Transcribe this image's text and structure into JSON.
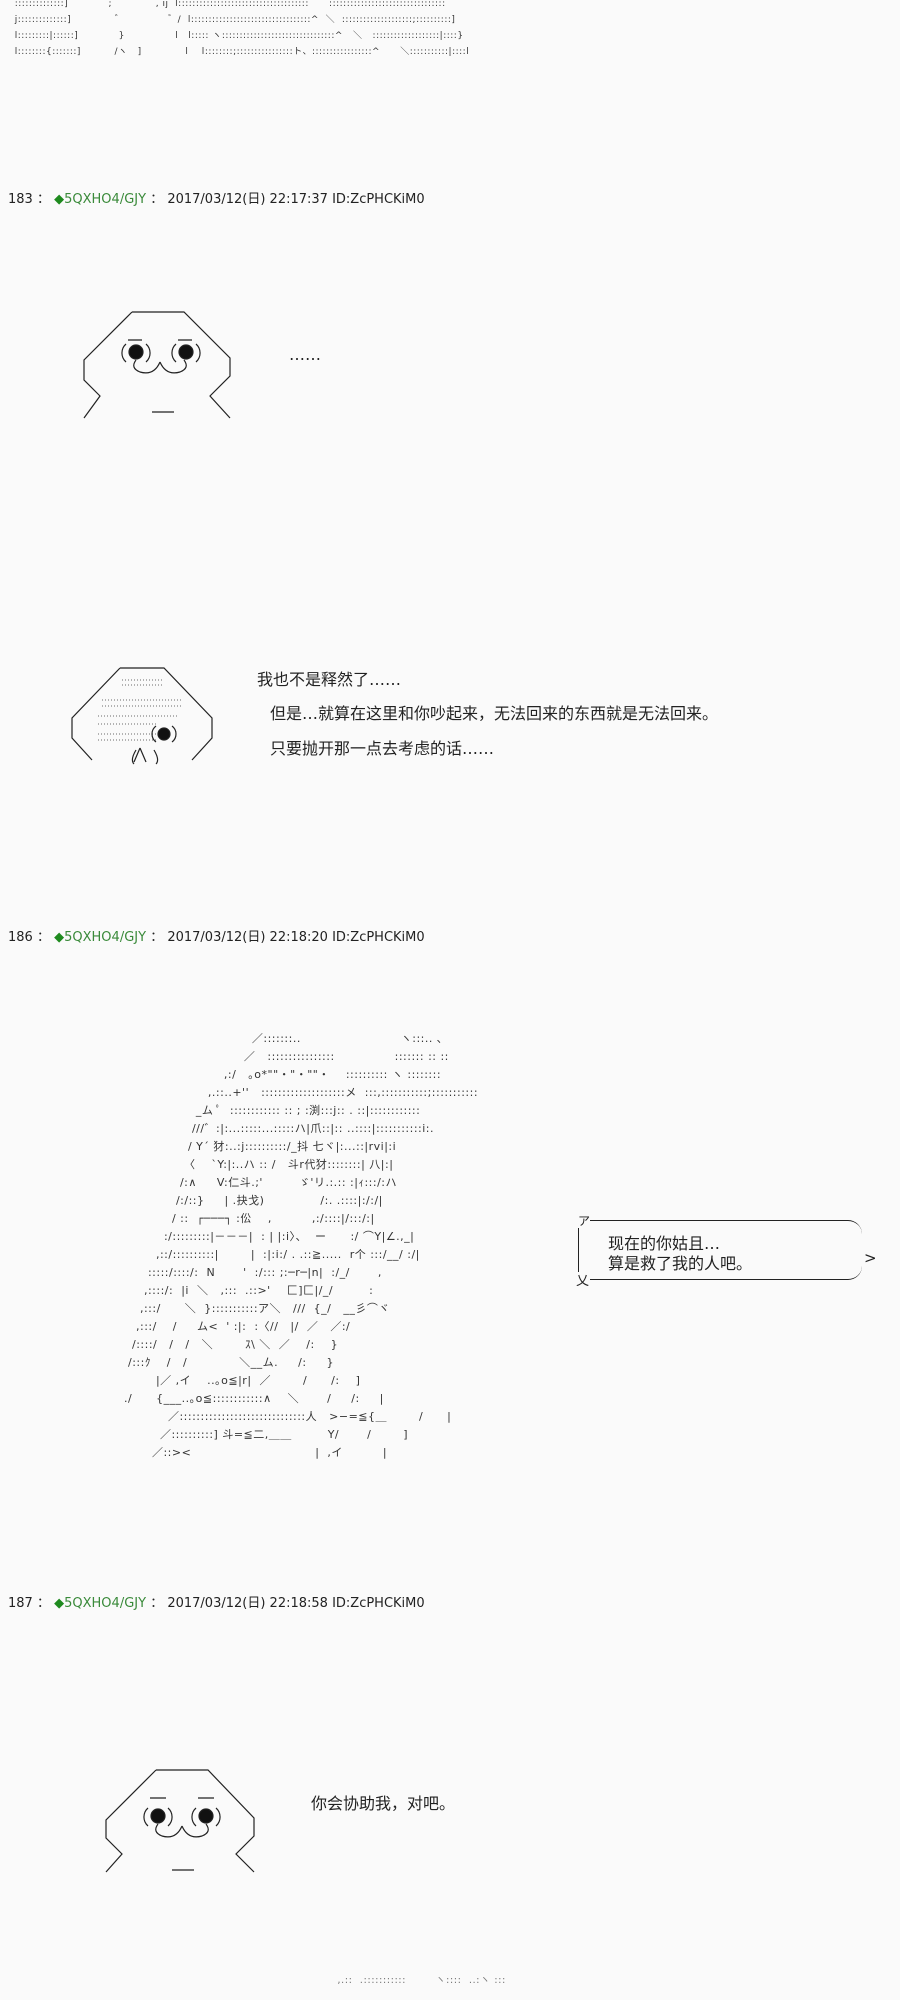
{
  "top_art": [
    "  ::::::::::::::]            ;             , ij  l:::::::::::::::::::::::::::::::::::::      :::::::::::::::::::::::::::::::::",
    "  j::::::::::::::]             ゛             ゛/  l::::::::::::::::::::::::::::::::::^  ＼  ::::::::::::::::::::;::::::::::]",
    "  l:::::::::|::::::]            }               l   l::::: ヽ::::::::::::::::::::::::::::::::^   ＼   :::::::::::::::::::|::::}",
    "  l::::::::{:::::::]          /ヽ   ]             l    l::::::::;::::::::::::::::ト、:::::::::::::::::^      ＼:::::::::::|::::l"
  ],
  "posts": [
    {
      "number": "183",
      "sep": "：",
      "diamond": "◆",
      "trip": "5QXHO4/GJY",
      "date": "2017/03/12(日) 22:17:37 ID:ZcPHCKiM0",
      "dialogue": [
        "……"
      ]
    },
    {
      "dialogue": [
        "我也不是释然了……",
        "但是…就算在这里和你吵起来，无法回来的东西就是无法回来。",
        "只要抛开那一点去考虑的话……"
      ]
    },
    {
      "number": "186",
      "sep": "：",
      "diamond": "◆",
      "trip": "5QXHO4/GJY",
      "date": "2017/03/12(日) 22:18:20 ID:ZcPHCKiM0",
      "bubble": [
        "现在的你姑且…",
        "算是救了我的人吧。"
      ],
      "bubble_marks": {
        "tl": "ア",
        "bl": "乂",
        "r": ">"
      }
    },
    {
      "number": "187",
      "sep": "：",
      "diamond": "◆",
      "trip": "5QXHO4/GJY",
      "date": "2017/03/12(日) 22:18:58 ID:ZcPHCKiM0",
      "dialogue": [
        "你会协助我，对吧。"
      ]
    }
  ],
  "big_art": [
    "                                 ／:::::::..                         ヽ:::.. ､",
    "                               ／   ::::::::::::::::               ::::::: :: ::",
    "                          ,:/   ｡o*\"\"・\"・\"\"・    :::::::::: ヽ ::::::::",
    "                      ,.::..+''   ::::::::::::::::::::メ  :::,:::::::::::;:::::::::::",
    "                   _ム ﾟ  :::::::::::: :: ; :渕:::j:: . ::|::::::::::::",
    "                  ///゛:|:...:::::...:::::ハ|爪::|:: ..::::|:::::::::::i:.",
    "                 / Y´ 犲:..:j::::::::::/_抖 七ヾ|:...::|rvi|:i",
    "                〈    `Y:|:..ハ :: /   斗r代犲::::::::| 八|:|",
    "               /:∧     V:仁斗.;'         ゞ'リ.:.:: :|ｨ:::/:ハ",
    "              /:/::}     | .抉戈)              /:. .::::|:/:/|",
    "             / ::  ┌───┐ :伀    ,          ,:/::::|/:::/:|",
    "           :/:::::::::|－－－|  : | |:i〉、  ー      :/ ⌒Y|∠.,_|",
    "         ,::/::::::::::|        |  :|:i:/ . .::≧.....  r个 :::/__/ :/|",
    "       :::::/::::/:  N       '  :/::: ;:─r─|n|  :/_/       ,",
    "      ,::::/:  |i  ＼   ,:::  .::>'    匚]匚|/_/         :",
    "     ,:::/      ＼  }:::::::::::ア＼   ///  {_/   __彡⌒ヾ",
    "    ,:::/    /     ム<  ' :|:  :〈//   |/  ／   ／:/",
    "   /::::/   /   /   ＼        ｽ\\ ＼  ／    /:    }",
    "  /:::ｸ    /   /             ＼__ム.     /:     }",
    "         |／ ,イ    ..｡o≦|r|  ／        /      /:    ]",
    " ./      {___..｡o≦::::::::::::∧    ＼       /     /:     |",
    "            ／::::::::::::::::::::::::::::::人   >−=≦{＿        /      |",
    "          ／::::::::::] 斗=≦二,＿＿         Y/       /        ]",
    "        ／::><                               |  ,イ          |"
  ],
  "bottom_art": [
    "  ,.::  .:::::::::::        ヽ::::  ..:ヽ :::"
  ]
}
